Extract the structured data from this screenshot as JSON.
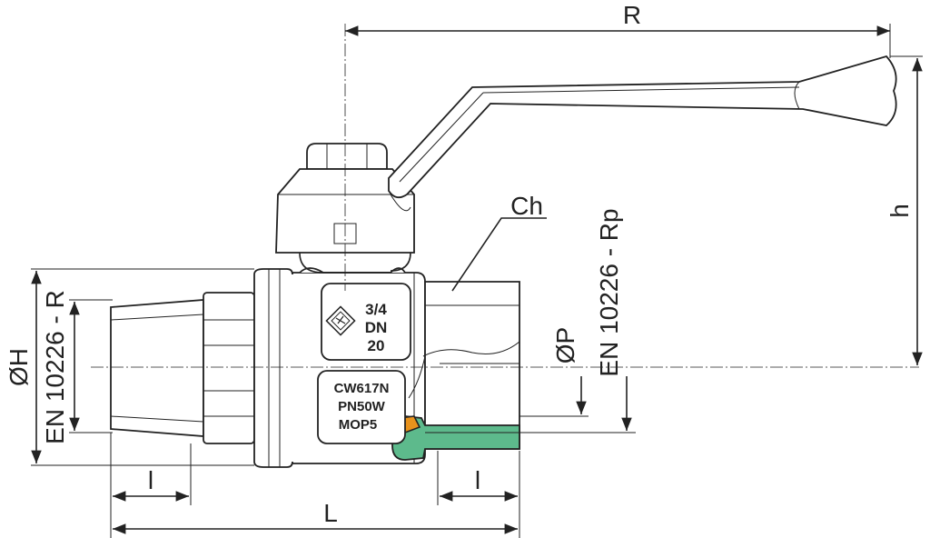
{
  "dimensions": {
    "R": "R",
    "h": "h",
    "Ch": "Ch",
    "OH": "ØH",
    "OP": "ØP",
    "L": "L",
    "l_left": "l",
    "l_right": "l",
    "thread_male": "EN 10226 - R",
    "thread_female": "EN 10226 - Rp"
  },
  "body_marking": {
    "size": "3/4",
    "dn_label": "DN",
    "dn_value": "20"
  },
  "material_plate": {
    "line1": "CW617N",
    "line2": "PN50W",
    "line3": "MOP5"
  },
  "colors": {
    "section_fill": "#5dba8c",
    "seal_fill": "#e8921c",
    "line": "#222222"
  }
}
